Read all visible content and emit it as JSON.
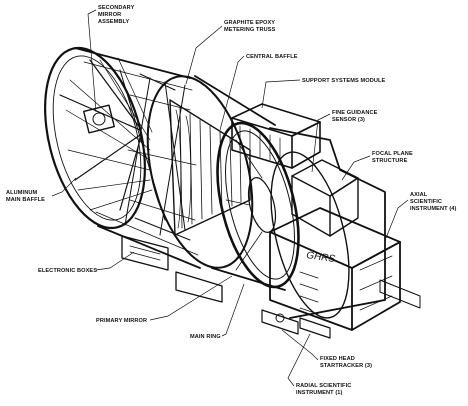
{
  "labels": {
    "secondary_mirror": [
      "SECONDARY",
      "MIRROR",
      "ASSEMBLY"
    ],
    "graphite_truss": [
      "GRAPHITE EPOXY",
      "METERING TRUSS"
    ],
    "central_baffle": [
      "CENTRAL BAFFLE"
    ],
    "support_systems": [
      "SUPPORT SYSTEMS MODULE"
    ],
    "fine_guidance": [
      "FINE GUIDANCE",
      "SENSOR (3)"
    ],
    "focal_plane": [
      "FOCAL PLANE",
      "STRUCTURE"
    ],
    "axial_instrument": [
      "AXIAL",
      "SCIENTIFIC",
      "INSTRUMENT (4)"
    ],
    "aluminum_baffle": [
      "ALUMINUM",
      "MAIN BAFFLE"
    ],
    "electronic_boxes": [
      "ELECTRONIC BOXES"
    ],
    "primary_mirror": [
      "PRIMARY MIRROR"
    ],
    "main_ring": [
      "MAIN RING"
    ],
    "fixed_head": [
      "FIXED HEAD",
      "STARTRACKER (3)"
    ],
    "radial_instrument": [
      "RADIAL SCIENTIFIC",
      "INSTRUMENT (1)"
    ]
  },
  "instrument_marking": "GHRS"
}
